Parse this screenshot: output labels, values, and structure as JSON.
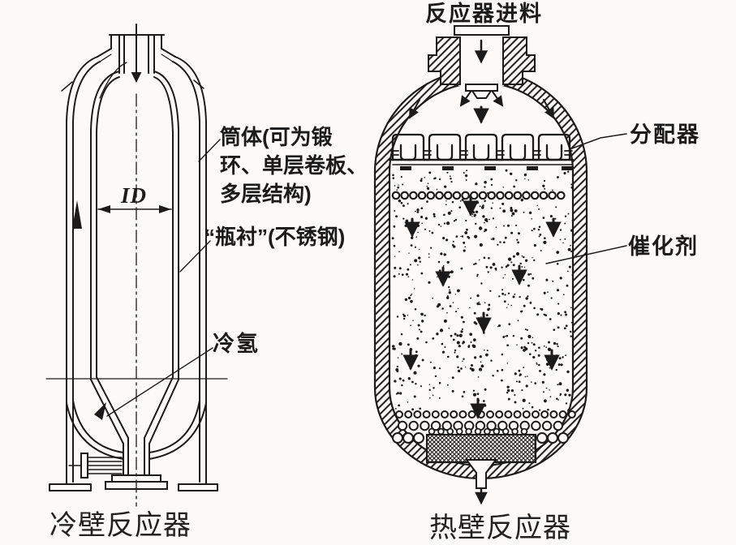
{
  "page": {
    "background": "#fbfaf8",
    "ink": "#1b1b1b"
  },
  "left_reactor": {
    "caption": "冷壁反应器",
    "shell_label": "筒体(可为锻\n环、单层卷板、\n多层结构)",
    "liner_label": "“瓶衬”(不锈钢)",
    "id_label": "ID",
    "cold_hydrogen_label": "冷氢"
  },
  "right_reactor": {
    "caption": "热壁反应器",
    "feed_label": "反应器进料",
    "distributor_label": "分配器",
    "catalyst_label": "催化剂"
  }
}
